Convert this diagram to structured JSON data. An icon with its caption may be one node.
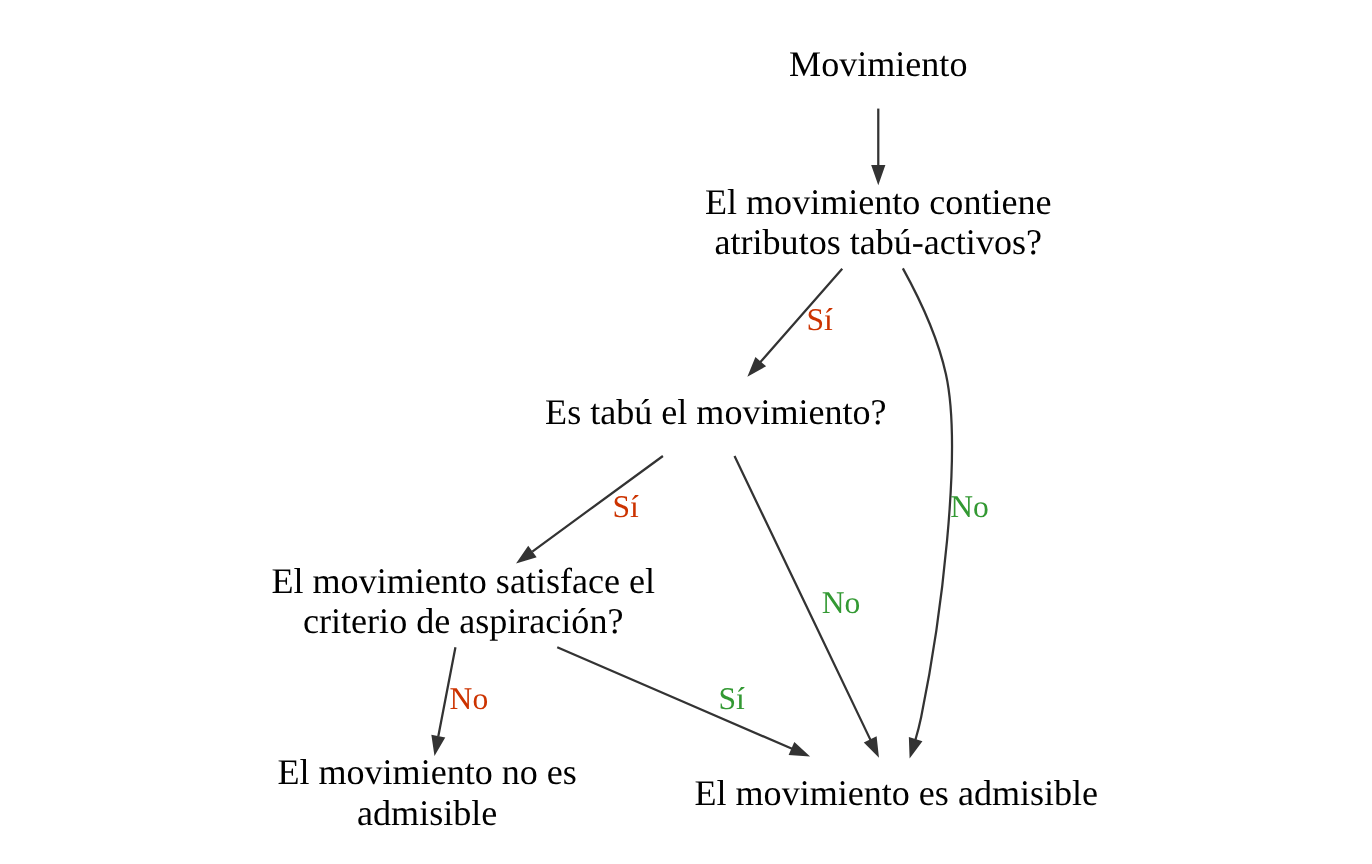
{
  "diagram": {
    "nodes": [
      {
        "text": [
          "Movimiento"
        ]
      },
      {
        "text": [
          "El movimiento contiene atributos tabú-activos?"
        ]
      },
      {
        "text": [
          "Es tabú el movimiento?"
        ]
      },
      {
        "text": [
          "El movimiento satisface el criterio de aspiración?"
        ]
      },
      {
        "text": [
          "El movimiento es admisible"
        ]
      },
      {
        "text": [
          "El movimiento no es admisible"
        ]
      }
    ],
    "edges": [
      {
        "from": 0,
        "to": 1,
        "arrow": "to"
      },
      {
        "from": 1,
        "to": 2,
        "arrow": "to",
        "label": "Sí"
      },
      {
        "from": 1,
        "to": 4,
        "arrow": "to",
        "label": "No"
      },
      {
        "from": 2,
        "to": 3,
        "arrow": "to",
        "label": "Sí"
      },
      {
        "from": 2,
        "to": 4,
        "arrow": "to",
        "label": "No"
      },
      {
        "from": 3,
        "to": 4,
        "arrow": "to",
        "label": "Sí"
      },
      {
        "from": 3,
        "to": 5,
        "arrow": "to",
        "label": "No"
      }
    ]
  }
}
